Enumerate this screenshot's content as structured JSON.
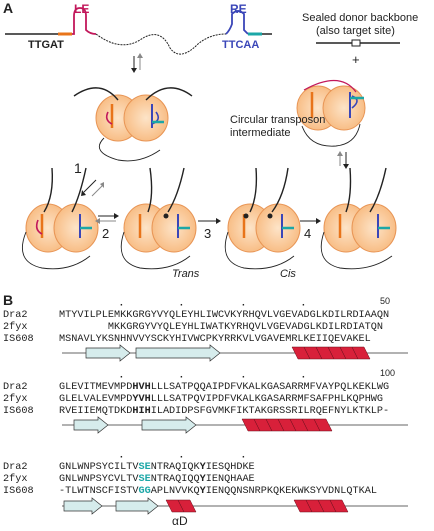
{
  "panel_a": {
    "label": "A",
    "left_end_label": "LE",
    "right_end_label": "RE",
    "left_seq": "TTGAT",
    "right_seq": "TTCAA",
    "sealed_label_line1": "Sealed donor backbone",
    "sealed_label_line2": "(also target site)",
    "plus": "+",
    "circular_line1": "Circular transposon",
    "circular_line2": "intermediate",
    "step1": "1",
    "step2": "2",
    "step3": "3",
    "step4": "4",
    "trans_label": "Trans",
    "cis_label": "Cis"
  },
  "panel_b": {
    "label": "B",
    "block1": {
      "number": "50",
      "rows": [
        {
          "name": "Dra2",
          "seq": "MTYVILPLEMKKGRGYVYQLEYHLIWCVKYRHQVLVGEVADGLKDILRDIAAQN"
        },
        {
          "name": "2fyx",
          "seq": "        MKKGRGYVYQLEYHLIWATKYRHQVLVGEVADGLKDILRDIATQN"
        },
        {
          "name": "IS608",
          "seq": "MSNAVLYKSNHNVVYSCKYHIVWCPKYRRKVLVGAVEMRLKEIIQEVAKEL"
        }
      ]
    },
    "block2": {
      "number": "100",
      "rows": [
        {
          "name": "Dra2",
          "pre": "GLEVITMEVMPD",
          "bold": "HVH",
          "post": "LLLSATPQQAIPDFVKALKGASARRMFVAYPQLKEKLWG"
        },
        {
          "name": "2fyx",
          "pre": "GLELVALEVMPD",
          "bold": "YVH",
          "post": "LLLSATPQVIPDFVKALKGASARRMFSAFPHLKQPHWG"
        },
        {
          "name": "IS608",
          "pre": "RVEIIEMQTDKD",
          "bold": "HIH",
          "post": "ILADIDPSFGVMKFIKTAKGRSSRILRQEFNYLKTKLP-"
        }
      ]
    },
    "block3": {
      "rows": [
        {
          "name": "Dra2",
          "pre": "GNLWNPSYCILTV",
          "teal": "SE",
          "mid": "NTRAQIQK",
          "bold": "Y",
          "post": "IESQHDKE"
        },
        {
          "name": "2fyx",
          "pre": "GNLWNPSYCVLTV",
          "teal": "SE",
          "mid": "NTRAQIQQ",
          "bold": "Y",
          "post": "IENQHAAE"
        },
        {
          "name": "IS608",
          "pre": "-TLWTNSCFISTV",
          "teal": "GG",
          "mid": "APLNVVKQ",
          "bold": "Y",
          "post": "IENQQNSNRPKQKEKWKSYVDNLQTKAL"
        }
      ],
      "helix_label": "αD"
    }
  },
  "colors": {
    "orange": "#e8741a",
    "blue": "#3a46b8",
    "teal": "#1ba7a7",
    "helix_red": "#d8203a",
    "arrow_fill": "#d6ecec",
    "blob_fill": "#f9c89a"
  }
}
